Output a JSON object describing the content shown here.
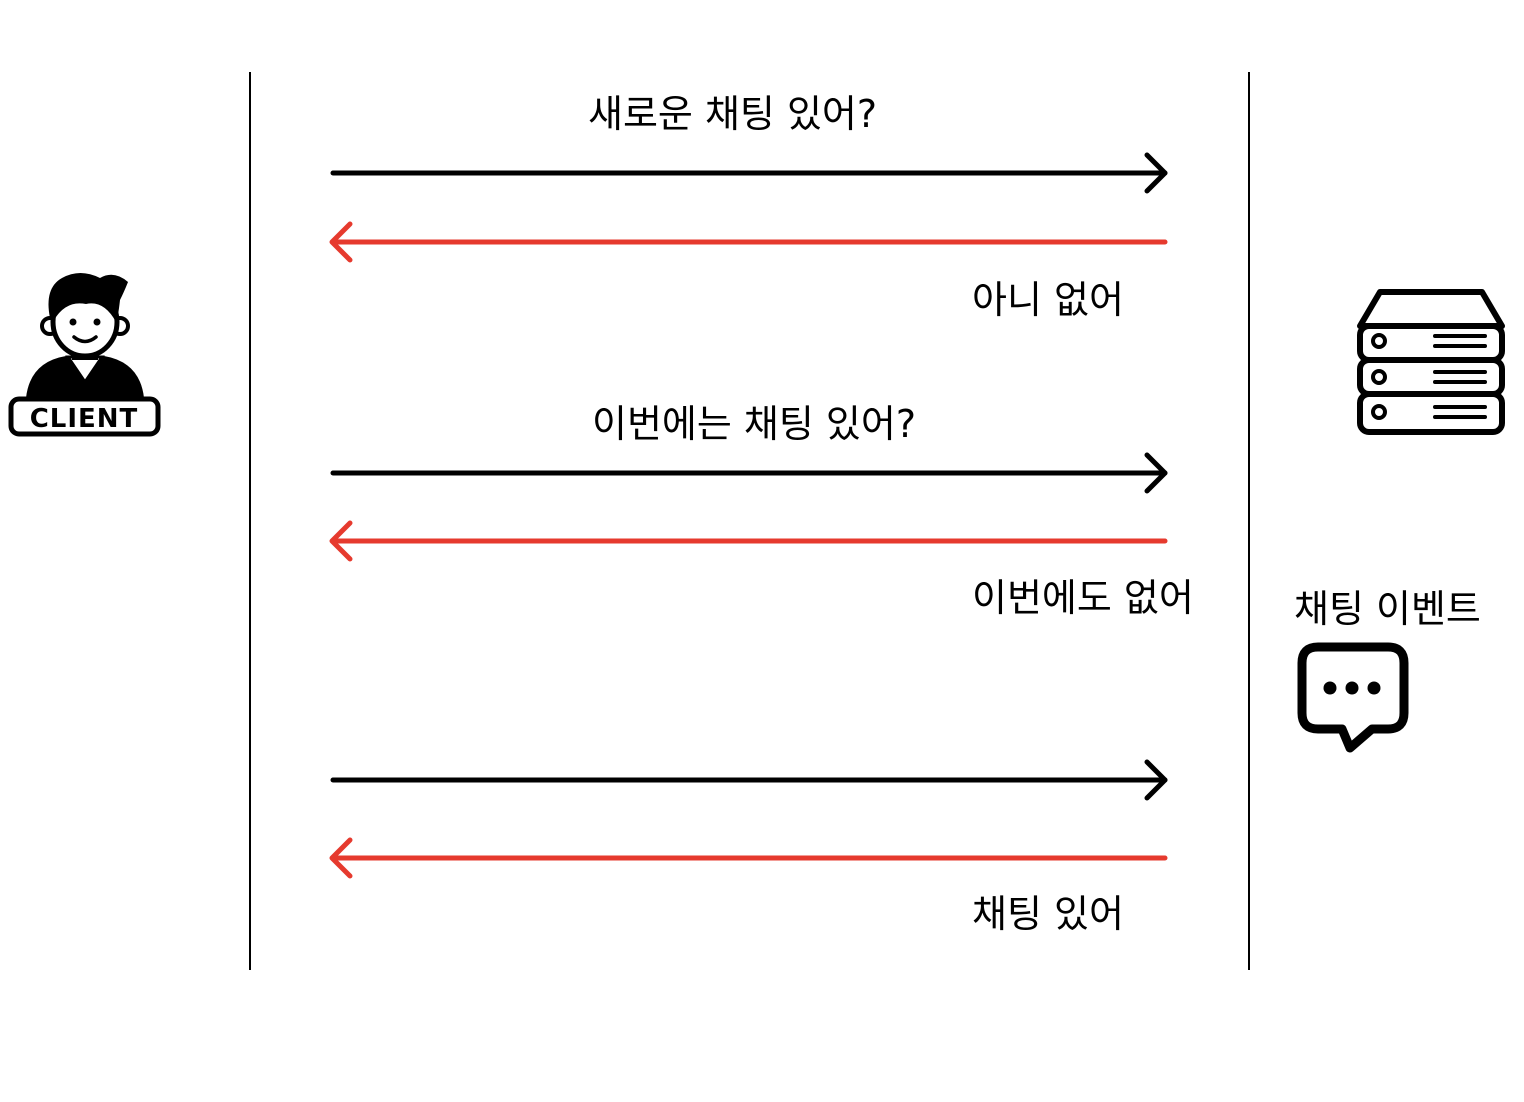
{
  "actors": {
    "client": {
      "badge_text": "CLIENT",
      "icon": "client-person-icon"
    },
    "server": {
      "icon": "server-stack-icon"
    }
  },
  "messages": [
    {
      "label": "새로운 채팅 있어?",
      "direction": "request",
      "color": "#000000"
    },
    {
      "label": "아니 없어",
      "direction": "response",
      "color": "#e63a2e"
    },
    {
      "label": "이번에는 채팅 있어?",
      "direction": "request",
      "color": "#000000"
    },
    {
      "label": "이번에도 없어",
      "direction": "response",
      "color": "#e63a2e"
    },
    {
      "label": "",
      "direction": "request",
      "color": "#000000"
    },
    {
      "label": "채팅 있어",
      "direction": "response",
      "color": "#e63a2e"
    }
  ],
  "event": {
    "label": "채팅 이벤트",
    "icon": "chat-bubble-icon"
  },
  "colors": {
    "request": "#000000",
    "response": "#e63a2e"
  }
}
